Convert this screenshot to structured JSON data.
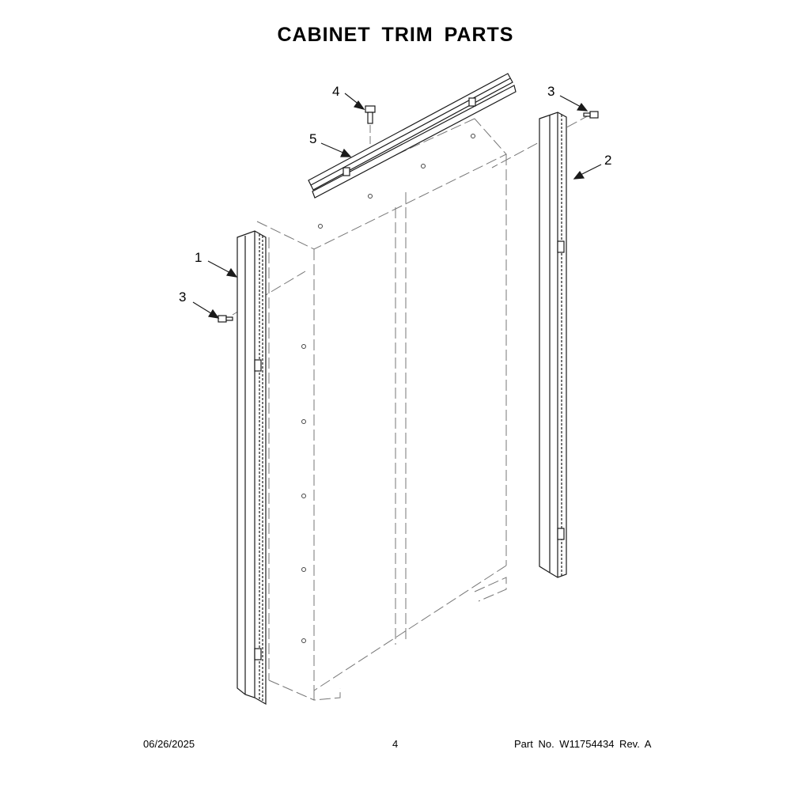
{
  "header": {
    "title": "CABINET TRIM PARTS"
  },
  "callouts": {
    "side_trim_left": "1",
    "side_trim_right": "2",
    "screw_left": "3",
    "screw_right": "3",
    "top_screw": "4",
    "top_trim": "5"
  },
  "footer": {
    "date": "06/26/2025",
    "page": "4",
    "part_number": "Part No.  W11754434  Rev.  A"
  },
  "colors": {
    "line": "#1a1a1a",
    "dash": "#777777",
    "fill": "#ffffff"
  }
}
